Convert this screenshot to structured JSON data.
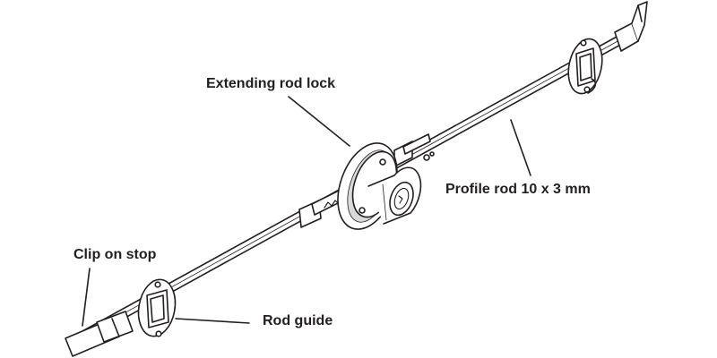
{
  "labels": {
    "extending_rod_lock": "Extending rod lock",
    "profile_rod": "Profile rod 10 x 3 mm",
    "clip_on_stop": "Clip on stop",
    "rod_guide": "Rod guide"
  },
  "colors": {
    "line": "#231f20",
    "fill": "#ffffff",
    "shade": "#d9d9d9"
  }
}
